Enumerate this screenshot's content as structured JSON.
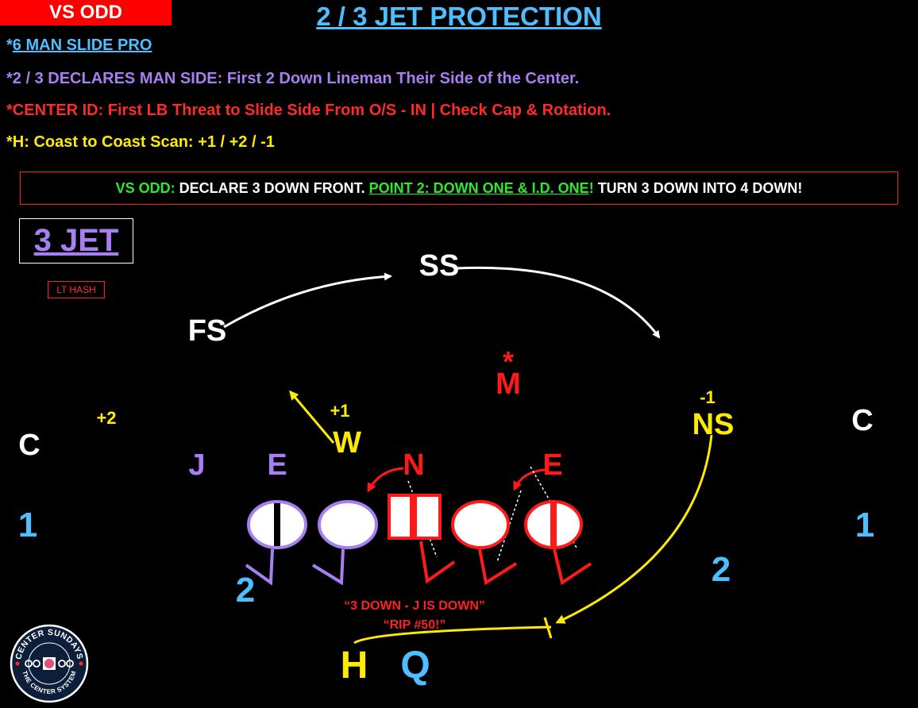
{
  "header": {
    "tag": "VS ODD",
    "title": "2 / 3 JET PROTECTION"
  },
  "notes": {
    "n1_prefix": "*",
    "n1_text": "6 MAN SLIDE PRO",
    "n2": "*2 / 3 DECLARES MAN SIDE: First 2 Down Lineman Their Side of the Center.",
    "n3": "*CENTER ID: First LB Threat to Slide Side From O/S - IN | Check Cap & Rotation.",
    "n4": "*H: Coast to Coast Scan: +1 / +2 / -1"
  },
  "banner": {
    "p1": "VS ODD:",
    "p2": " DECLARE 3 DOWN FRONT. ",
    "p3": "POINT 2: DOWN ONE & I.D. ONE",
    "p4": "!",
    "p5": " TURN 3 DOWN INTO 4 DOWN!"
  },
  "protection": "3 JET",
  "hash": "LT HASH",
  "defense": {
    "fs": "FS",
    "ss": "SS",
    "m": "M",
    "m_star": "*",
    "w": "W",
    "ns": "NS",
    "c_left": "C",
    "c_right": "C",
    "j": "J",
    "e_left": "E",
    "n": "N",
    "e_right": "E"
  },
  "scan": {
    "plus2": "+2",
    "plus1": "+1",
    "minus1": "-1"
  },
  "receivers": {
    "left_1": "1",
    "right_1": "1",
    "left_2": "2",
    "right_2": "2"
  },
  "backs": {
    "h": "H",
    "q": "Q"
  },
  "call": {
    "line1": "“3 DOWN - J IS DOWN”",
    "line2": "“RIP #50!”"
  },
  "logo": {
    "top": "CENTER SUNDAYS",
    "bottom": "THE CENTER SYSTEM"
  },
  "colors": {
    "purple": "#a77ff0",
    "red": "#ff1a1a",
    "yellow": "#ffeb00",
    "blue": "#4dbfff",
    "green": "#2ee82e"
  }
}
